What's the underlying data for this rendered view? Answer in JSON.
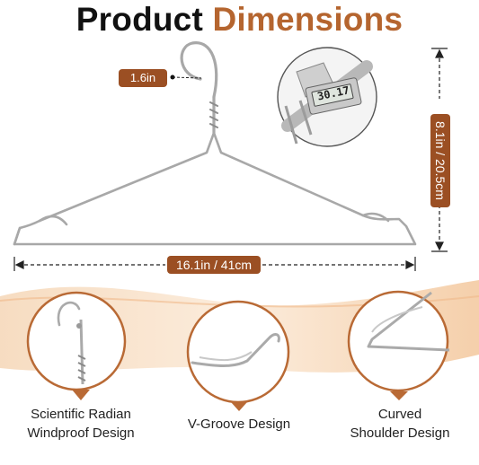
{
  "title": {
    "word1": "Product",
    "word2": "Dimensions"
  },
  "measurements": {
    "hook": "1.6in",
    "width": "16.1in / 41cm",
    "height": "8.1in / 20.5cm",
    "caliper_reading": "30.17"
  },
  "features": [
    {
      "caption_line1": "Scientific Radian",
      "caption_line2": "Windproof Design"
    },
    {
      "caption_line1": "V-Groove Design"
    },
    {
      "caption_line1": "Curved",
      "caption_line2": "Shoulder Design"
    }
  ],
  "colors": {
    "accent": "#b5652f",
    "pill": "#9b4f23",
    "wave": "#f6dcc0"
  }
}
